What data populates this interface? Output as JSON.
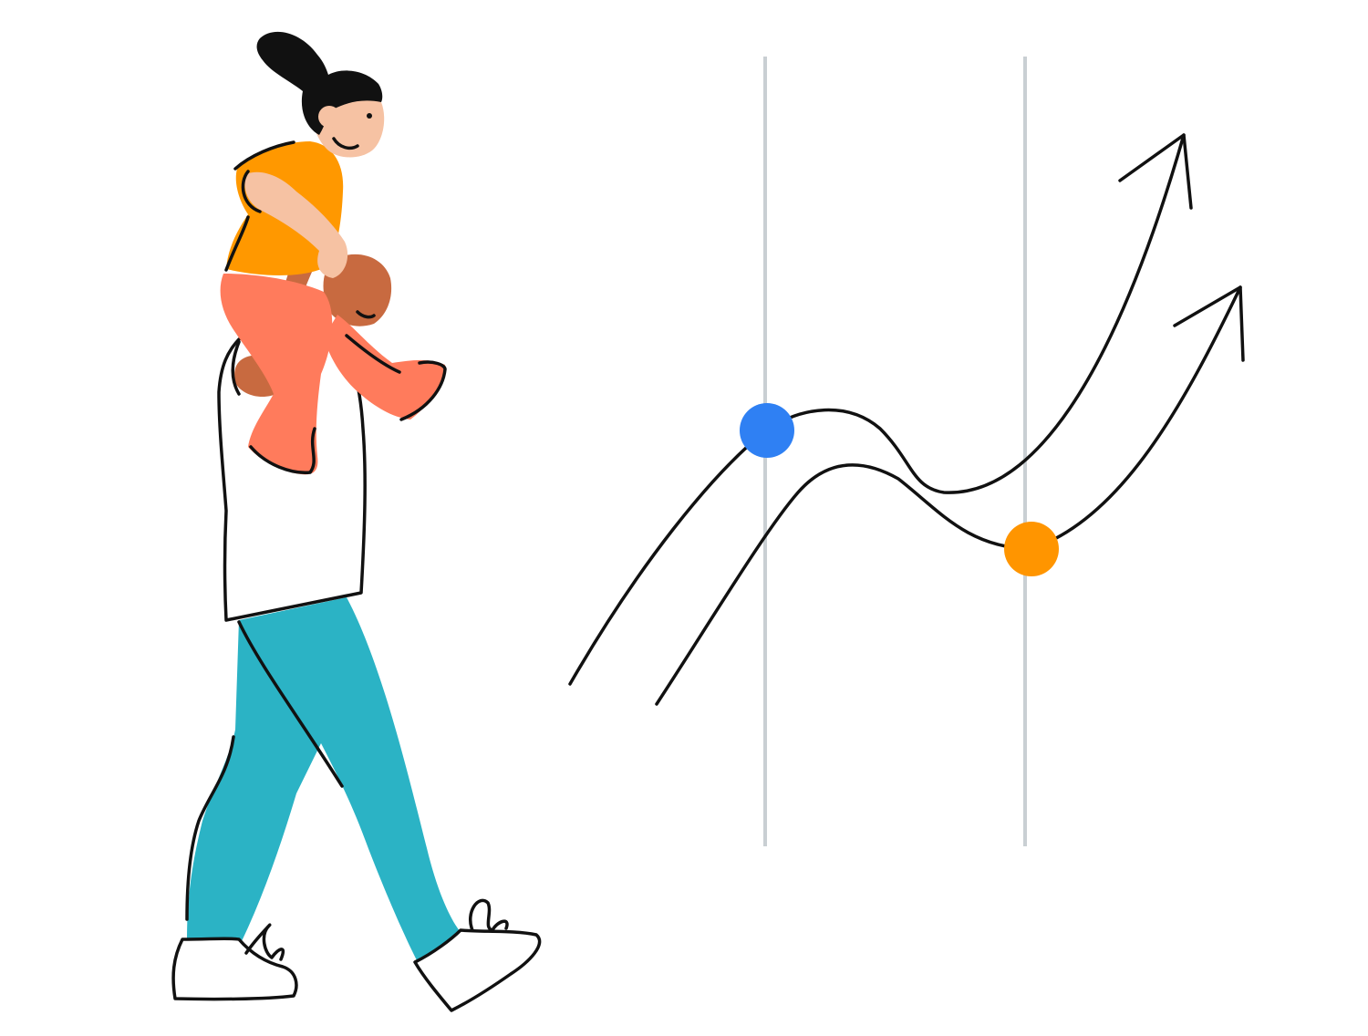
{
  "scene": {
    "subject": "adult-carrying-child-on-shoulders",
    "decor": "trend-lines-with-arrows"
  },
  "colors": {
    "background": "#ffffff",
    "outline": "#111111",
    "guide_line": "#c9cfd3",
    "marker_blue": "#2f80f3",
    "marker_orange": "#ff9500",
    "child_shirt": "#ff9800",
    "child_skin": "#f6c2a3",
    "child_pants": "#ff7b5c",
    "child_hair": "#111111",
    "adult_skin": "#c86a40",
    "adult_shirt": "#ffffff",
    "adult_pants": "#2bb3c5",
    "shoes": "#ffffff"
  },
  "icons": {
    "marker_1": "blue-dot",
    "marker_2": "orange-dot",
    "arrow_1": "arrow-up-right",
    "arrow_2": "arrow-up-right"
  }
}
